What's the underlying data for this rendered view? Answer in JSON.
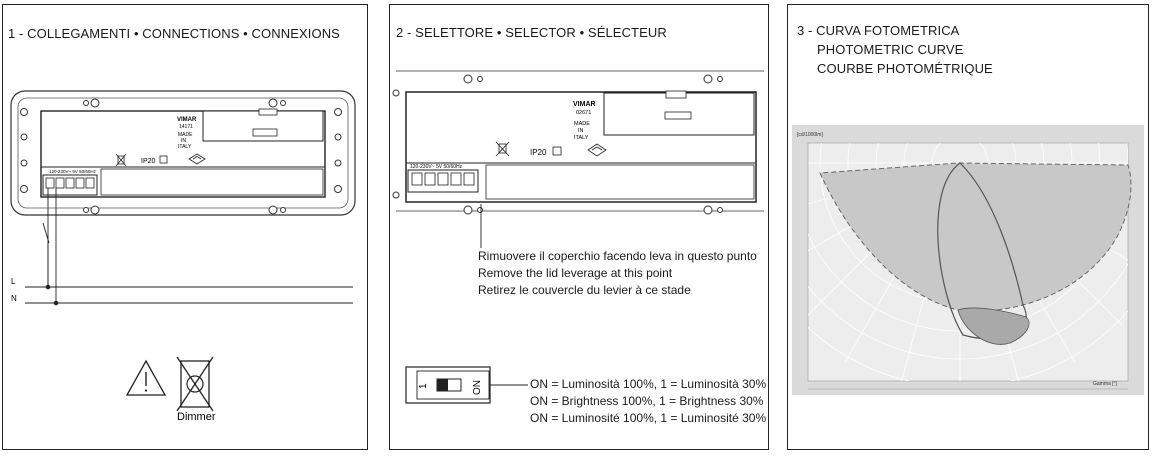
{
  "panel1": {
    "title": "1 - COLLEGAMENTI • CONNECTIONS • CONNEXIONS",
    "device": {
      "brand": "VIMAR",
      "code": "14171",
      "made_in": [
        "MADE",
        "IN",
        "ITALY"
      ],
      "ip_rating": "IP20",
      "terminal_rating": "120-230V~ 5V 50/60Hz"
    },
    "wire_labels": [
      "L",
      "N"
    ],
    "warning_caption": "Dimmer"
  },
  "panel2": {
    "title": "2 - SELETTORE • SELECTOR • SÉLECTEUR",
    "device": {
      "brand": "VIMAR",
      "code": "02671",
      "made_in": [
        "MADE",
        "IN",
        "ITALY"
      ],
      "ip_rating": "IP20",
      "terminal_rating": "120-230V~ 5V 50/60Hz"
    },
    "lever_note": [
      "Rimuovere il coperchio facendo leva in questo punto",
      "Remove the lid leverage at this point",
      "Retirez le couvercle du levier à ce stade"
    ],
    "switch_labels": {
      "on": "ON",
      "one": "1"
    },
    "switch_lines": [
      "ON = Luminosità 100%, 1 = Luminosità 30%",
      "ON = Brightness 100%, 1 = Brightness 30%",
      "ON = Luminosité 100%, 1 = Luminosité 30%"
    ]
  },
  "panel3": {
    "title_lines": [
      "3 - CURVA FOTOMETRICA",
      "PHOTOMETRIC CURVE",
      "COURBE PHOTOMÉTRIQUE"
    ],
    "chart_unit": "[cd/1000lm]",
    "gamma_label": "Gamma [°]",
    "colors": {
      "background": "#d9d9d9",
      "fill_main": "#c2c2c2",
      "fill_lobe": "#a8a8a8"
    }
  }
}
